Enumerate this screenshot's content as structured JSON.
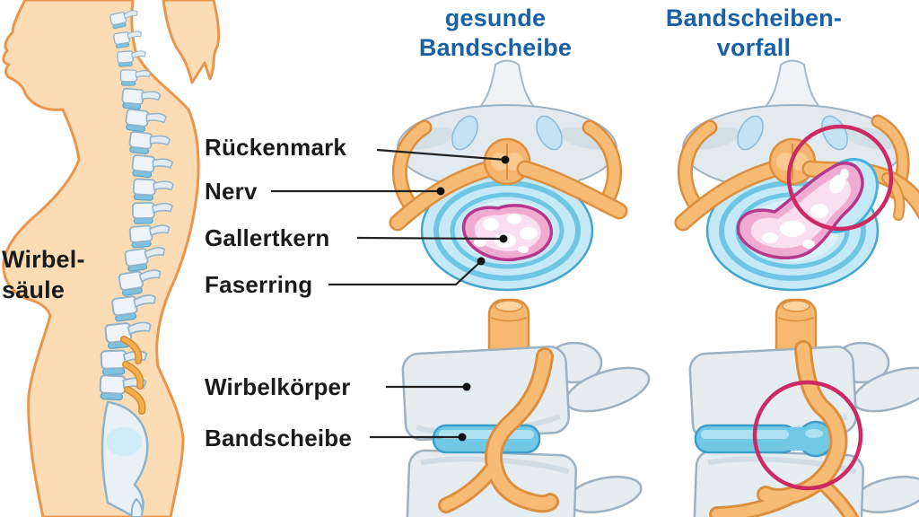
{
  "diagram_title_left": {
    "line1": "Wirbel-",
    "line2": "säule"
  },
  "columns": {
    "healthy": {
      "title_line1": "gesunde",
      "title_line2": "Bandscheibe"
    },
    "herniated": {
      "title_line1": "Bandscheiben-",
      "title_line2": "vorfall"
    }
  },
  "labels": {
    "spinal_cord": "Rückenmark",
    "nerve": "Nerv",
    "gel_core": "Gallertkern",
    "fiber_ring": "Faserring",
    "vertebral_body": "Wirbelkörper",
    "disc": "Bandscheibe"
  },
  "colors": {
    "heading_blue": "#1a60a5",
    "label_text": "#1b1b1b",
    "skin": "#FBDCB4",
    "skin_outline": "#E8964E",
    "bone": "#E6EDF1",
    "bone_outline": "#9CB1C1",
    "bone_light": "#EDF3F8",
    "nerve_orange": "#F7BB74",
    "nerve_outline": "#DC8F3E",
    "disc_ring_light": "#C5E9F6",
    "disc_ring_mid": "#6FC6E4",
    "disc_ring_outline": "#46A6CD",
    "disc_side_blue": "#72C9E6",
    "core_pink": "#F0ABD2",
    "core_outline": "#B4388C",
    "highlight_circle_red": "#CB2A62",
    "leader_line": "#222222"
  }
}
